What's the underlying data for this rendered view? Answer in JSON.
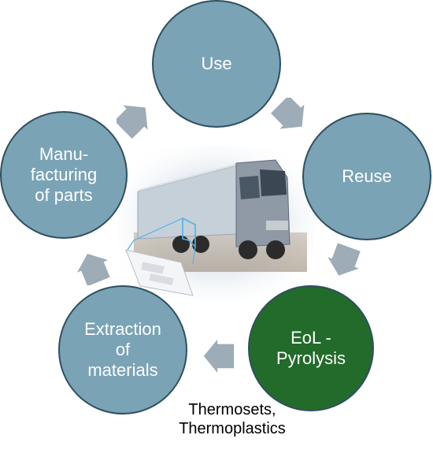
{
  "colors": {
    "node_fill": "#7aa3b5",
    "node_border": "#2f4f5f",
    "highlight_fill": "#236b2a",
    "arrow_fill": "#9dacb6",
    "text": "#ffffff"
  },
  "nodes": {
    "use": "Use",
    "reuse": "Reuse",
    "eol": "EoL -\nPyrolysis",
    "extraction": "Extraction\nof\nmaterials",
    "manufacturing": "Manu-\nfacturing\nof parts"
  },
  "caption": "Thermosets,\nThermoplastics",
  "image": {
    "subject": "truck-with-composite-parts"
  }
}
